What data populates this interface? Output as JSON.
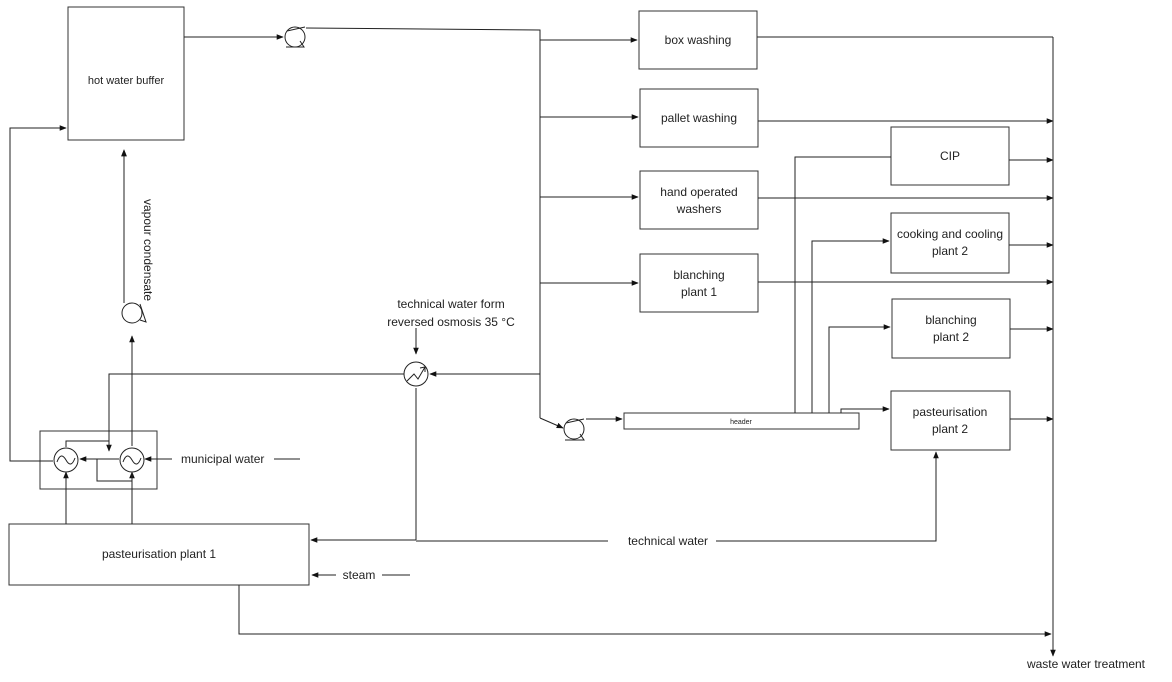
{
  "units": {
    "hot_water_buffer": "hot water buffer",
    "box_washing": "box washing",
    "pallet_washing": "pallet washing",
    "hand_operated_washers": [
      "hand operated",
      "washers"
    ],
    "blanching_plant_1": [
      "blanching",
      "plant 1"
    ],
    "cip": "CIP",
    "cooking_cooling_plant_2": [
      "cooking and cooling",
      "plant 2"
    ],
    "blanching_plant_2": [
      "blanching",
      "plant 2"
    ],
    "pasteurisation_plant_2": [
      "pasteurisation",
      "plant 2"
    ],
    "pasteurisation_plant_1": "pasteurisation plant 1",
    "header": "header"
  },
  "streams": {
    "vapour_condensate": "vapour condensate",
    "technical_water_ro": [
      "technical water form",
      "reversed osmosis 35 °C"
    ],
    "municipal_water": "municipal water",
    "technical_water": "technical water",
    "steam": "steam",
    "waste_water_treatment": "waste water treatment"
  }
}
